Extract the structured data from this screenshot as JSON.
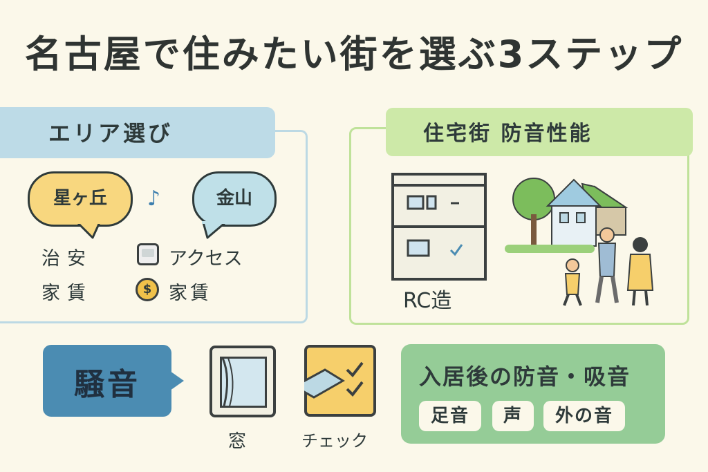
{
  "title": "名古屋で住みたい街を選ぶ3ステップ",
  "area": {
    "heading": "エリア選び",
    "bubble_left": "星ヶ丘",
    "bubble_right": "金山",
    "items": [
      {
        "label": "治安"
      },
      {
        "label": "家賃"
      }
    ],
    "icon_items": [
      {
        "label": "アクセス",
        "icon": "train-icon"
      },
      {
        "label": "家賃",
        "icon": "coin-icon"
      }
    ],
    "coin_symbol": "$",
    "note_symbol": "♪"
  },
  "housing": {
    "heading": "住宅街 防音性能",
    "building_label": "RC造"
  },
  "noise": {
    "label": "騒音",
    "window_label": "窓",
    "check_label": "チェック"
  },
  "soundproof": {
    "heading": "入居後の防音・吸音",
    "chips": [
      "足音",
      "声",
      "外の音"
    ]
  },
  "colors": {
    "area": "#bddbe7",
    "housing": "#cde9a8",
    "noise": "#4b8cb2",
    "soundproof": "#95cc97",
    "bubble_yellow": "#f8d77f",
    "bubble_blue": "#bfe0e8"
  }
}
